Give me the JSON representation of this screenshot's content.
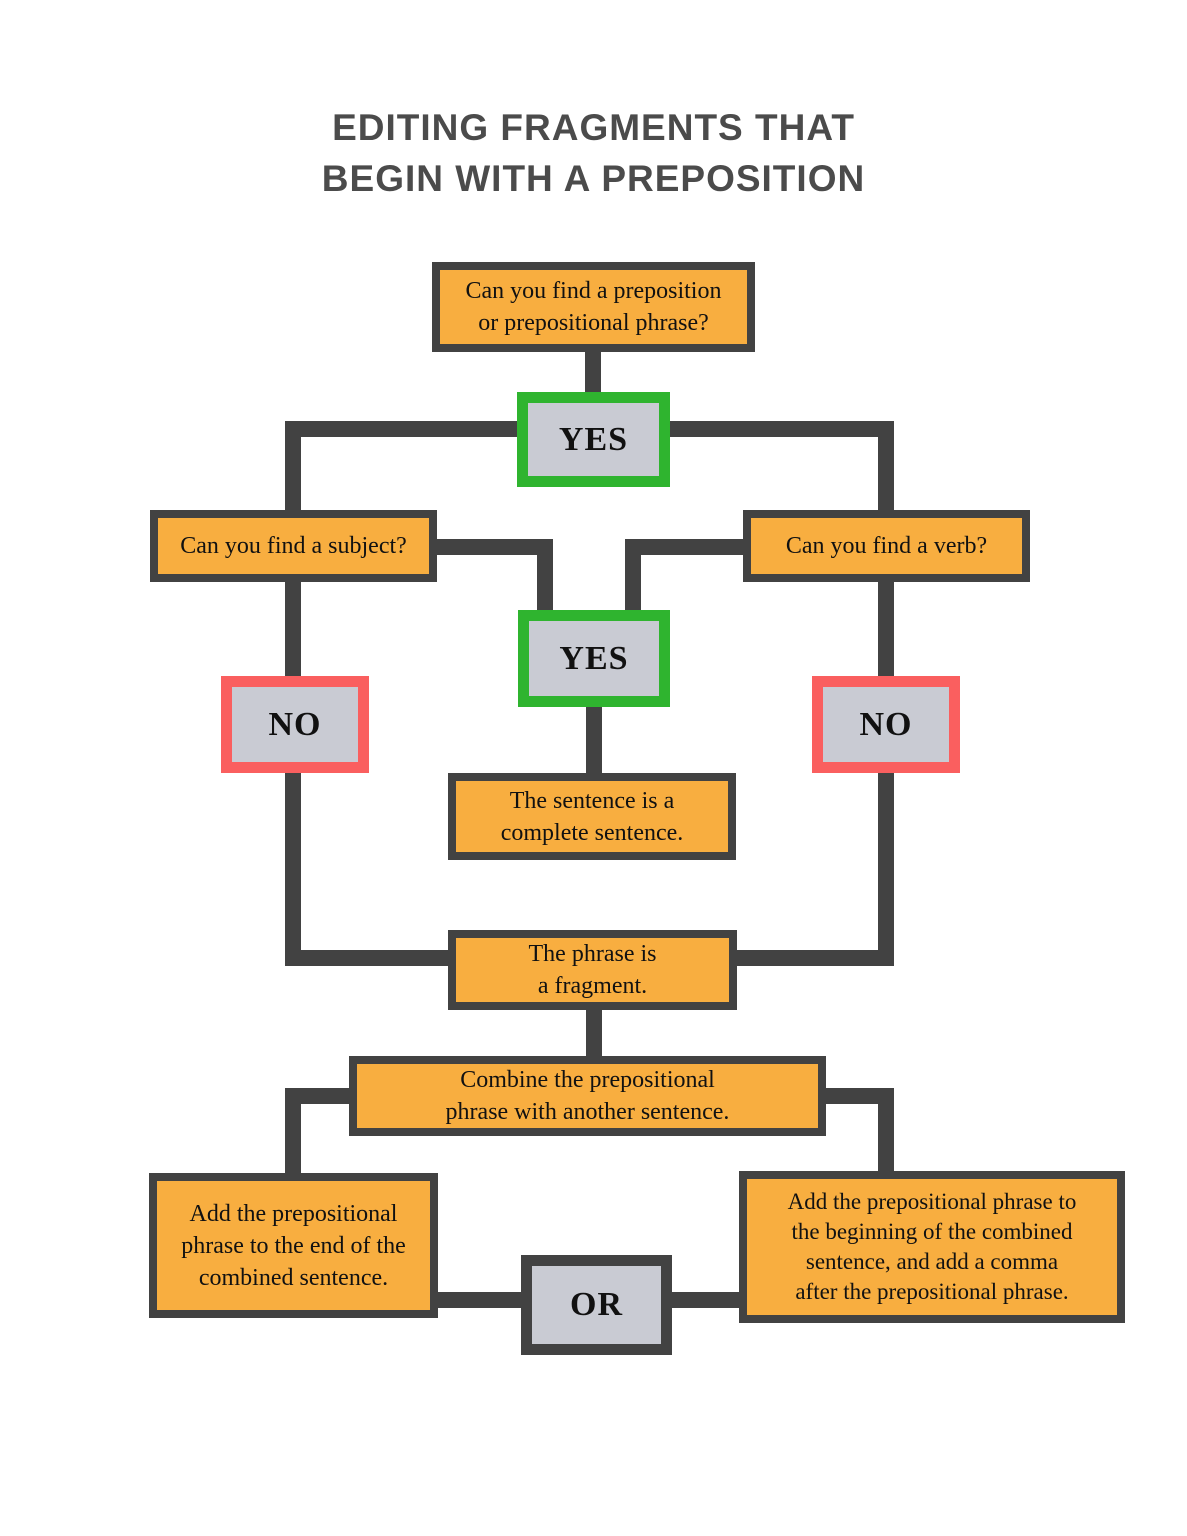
{
  "title": {
    "line1": "EDITING FRAGMENTS THAT",
    "line2": "BEGIN WITH A PREPOSITION"
  },
  "nodes": {
    "q_preposition": {
      "text": "Can you find a preposition\nor prepositional phrase?"
    },
    "yes1": {
      "text": "YES"
    },
    "q_subject": {
      "text": "Can you find a subject?"
    },
    "q_verb": {
      "text": "Can you find a verb?"
    },
    "yes2": {
      "text": "YES"
    },
    "no_left": {
      "text": "NO"
    },
    "no_right": {
      "text": "NO"
    },
    "complete": {
      "text": "The sentence is a\ncomplete sentence."
    },
    "fragment": {
      "text": "The phrase is\na fragment."
    },
    "combine": {
      "text": "Combine the prepositional\nphrase with another sentence."
    },
    "add_end": {
      "text": "Add the prepositional\nphrase to the end of the\ncombined sentence."
    },
    "or": {
      "text": "OR"
    },
    "add_beginning": {
      "text": "Add the prepositional phrase to\nthe beginning of the combined\nsentence, and add a comma\nafter the prepositional phrase."
    }
  },
  "colors": {
    "orange": "#F8AE40",
    "green": "#2FB42F",
    "red": "#FA5F5F",
    "gray_fill": "#C9CBD3",
    "dark": "#424242",
    "title_color": "#4B4B4B"
  }
}
